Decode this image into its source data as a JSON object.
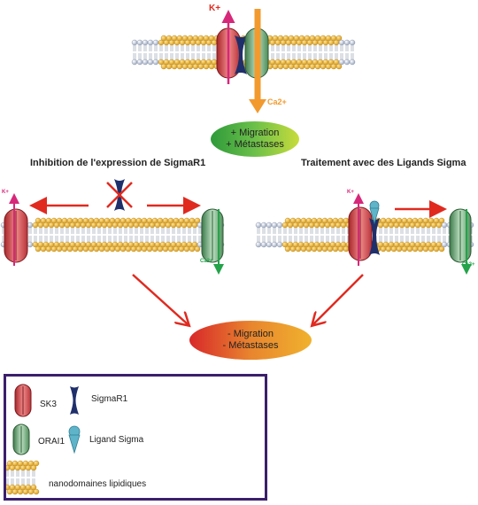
{
  "top": {
    "k_label": "K+",
    "ca_label": "Ca2+"
  },
  "top_oval": {
    "line1": "+ Migration",
    "line2": "+ Métastases"
  },
  "left_panel": {
    "title": "Inhibition de l'expression de SigmaR1",
    "k_label": "K+",
    "ca_label": "Ca2+"
  },
  "right_panel": {
    "title": "Traitement avec des Ligands Sigma",
    "k_label": "K+",
    "ca_label": "Ca2+"
  },
  "bottom_oval": {
    "line1": "- Migration",
    "line2": "- Métastases"
  },
  "legend": {
    "sk3": "SK3",
    "sigmar1": "SigmaR1",
    "orai1": "ORAI1",
    "ligand": "Ligand Sigma",
    "nano": "nanodomaines lipidiques"
  },
  "colors": {
    "sk3": "#e0545a",
    "orai1": "#8fc49a",
    "sigma": "#1f2f6b",
    "ligand": "#5fb4c9",
    "lipid_head": "#f2b62d",
    "membrane_head": "#c9d3e6",
    "arrow_red": "#e02a20",
    "arrow_orange": "#f29a2e",
    "k_arrow": "#d6287a",
    "ca_arrow": "#24a34a",
    "legend_border": "#3b1f6b"
  }
}
